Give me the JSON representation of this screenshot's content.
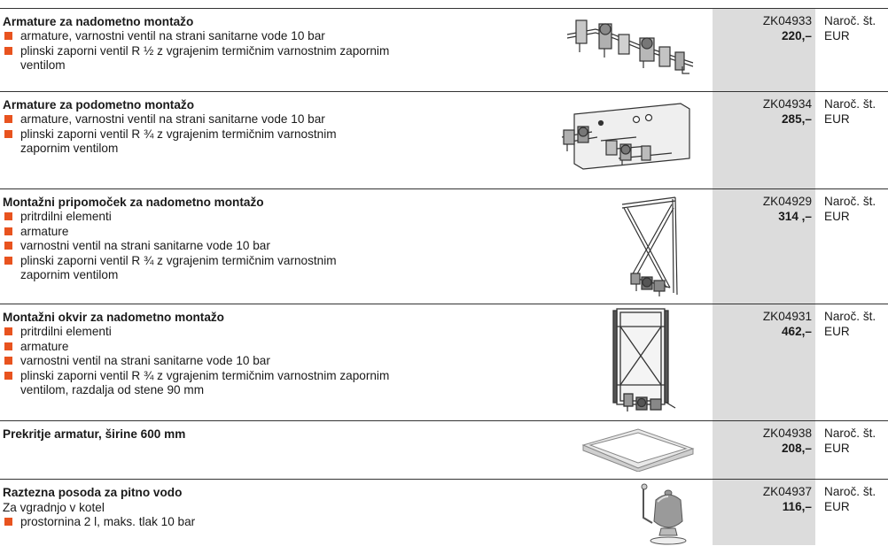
{
  "columns": {
    "order_label": "Naroč. št.",
    "currency": "EUR"
  },
  "colors": {
    "bullet": "#e8531f",
    "price_column_bg": "#dcdcdc",
    "rule": "#333333"
  },
  "items": [
    {
      "title": "Armature za nadometno montažo",
      "subtitle": "",
      "bullets": [
        "armature, varnostni ventil na strani sanitarne vode 10 bar",
        "plinski zaporni ventil R ½ z vgrajenim termičnim varnostnim zapornim ventilom"
      ],
      "code": "ZK04933",
      "price": "220,–",
      "image": "surface-mount-valve-set-icon"
    },
    {
      "title": "Armature za podometno montažo",
      "subtitle": "",
      "bullets": [
        "armature, varnostni ventil na strani sanitarne vode 10 bar",
        "plinski zaporni ventil R ¾ z vgrajenim termičnim varnostnim zapornim ventilom"
      ],
      "code": "ZK04934",
      "price": "285,–",
      "image": "flush-mount-valve-rail-icon"
    },
    {
      "title": "Montažni pripomoček za nadometno montažo",
      "subtitle": "",
      "bullets": [
        "pritrdilni elementi",
        "armature",
        "varnostni ventil na strani sanitarne vode 10 bar",
        "plinski zaporni ventil R ¾ z vgrajenim termičnim varnostnim zapornim ventilom"
      ],
      "code": "ZK04929",
      "price": "314 ,–",
      "image": "mounting-bracket-icon"
    },
    {
      "title": "Montažni okvir za nadometno montažo",
      "subtitle": "",
      "bullets": [
        "pritrdilni elementi",
        "armature",
        "varnostni ventil na strani sanitarne vode 10 bar",
        "plinski zaporni ventil R ¾ z vgrajenim termičnim varnostnim zapornim ventilom, razdalja od stene 90 mm"
      ],
      "code": "ZK04931",
      "price": "462,–",
      "image": "mounting-frame-icon"
    },
    {
      "title": "Prekritje armatur, širine 600 mm",
      "subtitle": "",
      "bullets": [],
      "code": "ZK04938",
      "price": "208,–",
      "image": "valve-cover-icon"
    },
    {
      "title": "Raztezna posoda za pitno vodo",
      "subtitle": "Za vgradnjo v kotel",
      "bullets": [
        "prostornina 2 l, maks. tlak 10 bar"
      ],
      "code": "ZK04937",
      "price": "116,–",
      "image": "expansion-vessel-icon"
    }
  ]
}
